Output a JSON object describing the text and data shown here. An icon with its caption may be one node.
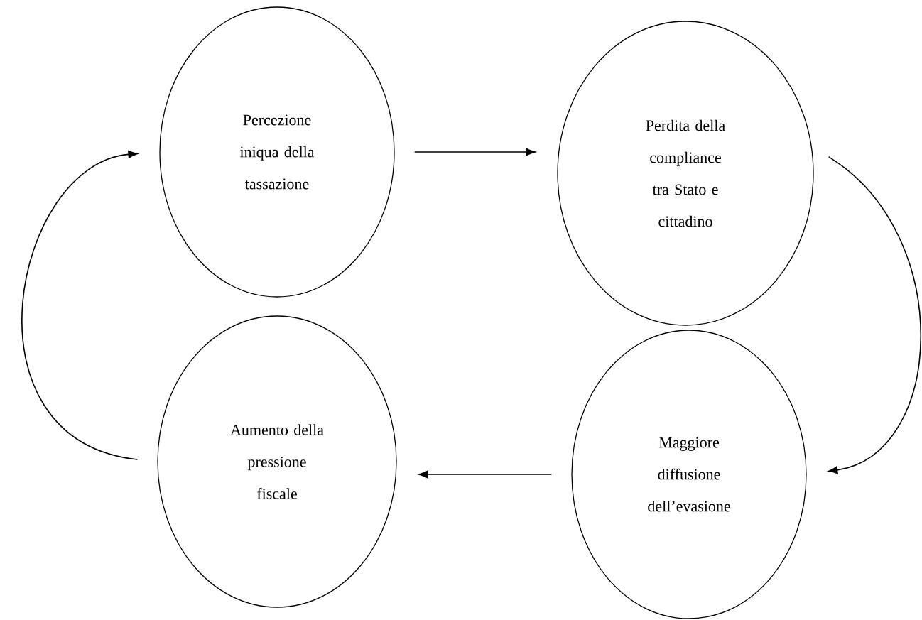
{
  "diagram": {
    "nodes": [
      {
        "text": [
          "Percezione iniqua della tassazione"
        ]
      },
      {
        "text": [
          "Perdita della compliance tra Stato e cittadino"
        ]
      },
      {
        "text": [
          "Aumento della pressione fiscale"
        ]
      },
      {
        "text": [
          "Maggiore diffusione dell’evasione"
        ]
      }
    ],
    "edges": [
      {
        "from": 0,
        "to": 1,
        "arrow": "to"
      },
      {
        "from": 1,
        "to": 3,
        "arrow": "to"
      },
      {
        "from": 3,
        "to": 2,
        "arrow": "to"
      },
      {
        "from": 2,
        "to": 0,
        "arrow": "to"
      }
    ]
  }
}
